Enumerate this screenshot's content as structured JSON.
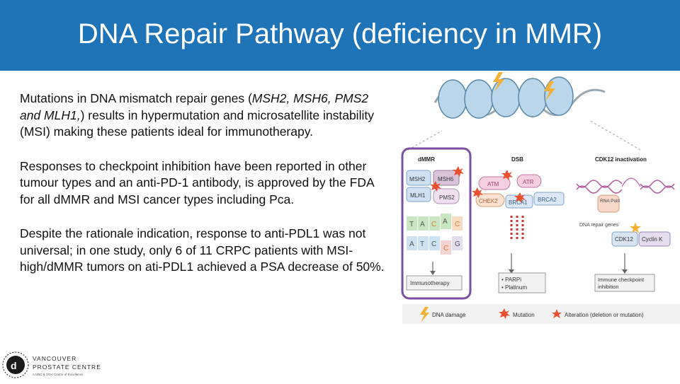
{
  "slide": {
    "title": "DNA Repair Pathway (deficiency in MMR)",
    "paragraphs": [
      {
        "pre": "Mutations in DNA mismatch repair genes (",
        "genes": "MSH2, MSH6, PMS2 and MLH1,",
        "post": ") results in hypermutation and microsatellite instability (MSI) making these patients ideal for immunotherapy."
      },
      {
        "text": "Responses to checkpoint inhibition have been reported in other tumour types and an anti-PD-1 antibody, is approved by the FDA for all dMMR and MSI cancer types including Pca."
      },
      {
        "text": "Despite the rationale indication, response to anti-PDL1 was not universal; in one study, only 6 of 11 CRPC patients with MSI-high/dMMR tumors on ati-PDL1 achieved a PSA decrease of 50%."
      }
    ]
  },
  "figure": {
    "sections": {
      "dmmr": "dMMR",
      "dsb": "DSB",
      "cdk12": "CDK12 inactivation"
    },
    "dmmr_proteins": [
      "MSH2",
      "MSH6",
      "MLH1",
      "PMS2"
    ],
    "dsb_proteins": [
      "ATM",
      "ATR",
      "CHEK2",
      "BRCA1",
      "BRCA2"
    ],
    "cdk12_labels": {
      "rna_pol": "RNA PolII",
      "dna_repair": "DNA repair genes",
      "cdk12": "CDK12",
      "cyclin": "Cyclin K"
    },
    "bases": [
      "T",
      "A",
      "C",
      "A",
      "C",
      "A",
      "T",
      "C",
      "C",
      "G"
    ],
    "outcomes": {
      "immunotherapy": "Immunotherapy",
      "parpi": "• PARPi",
      "platinum": "• Platinum",
      "checkpoint_line1": "Immune checkpoint",
      "checkpoint_line2": "inhibition"
    },
    "legend": {
      "dna_damage": "DNA damage",
      "mutation": "Mutation",
      "alteration": "Alteration (deletion or mutation)"
    }
  },
  "logo": {
    "name_line1": "VANCOUVER",
    "name_line2": "PROSTATE CENTRE",
    "tagline": "A UBC & VGH Centre of Excellence"
  },
  "colors": {
    "title_bar": "#1f73b7",
    "dmmr_border": "#7b4fa0",
    "mutation_star": "#e8502f",
    "damage_bolt": "#f2b134"
  }
}
